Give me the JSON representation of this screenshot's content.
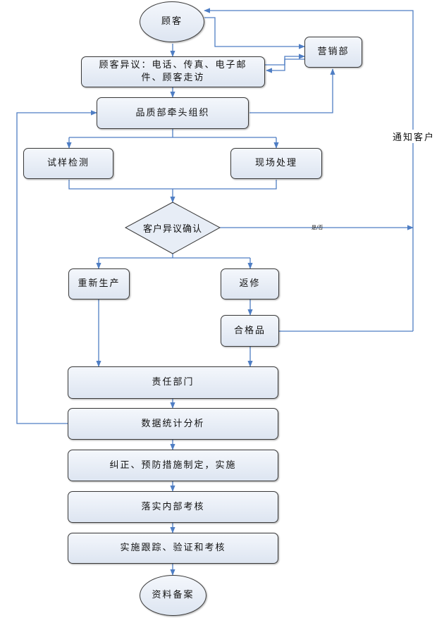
{
  "nodes": {
    "customer": "顾客",
    "marketing": "营销部",
    "objection": "顾客异议：电话、传真、电子邮件、顾客走访",
    "quality": "品质部牵头组织",
    "sample": "试样检测",
    "onsite": "现场处理",
    "confirm": "客户异议确认",
    "reproduce": "重新生产",
    "repair": "返修",
    "qualified": "合格品",
    "responsible": "责任部门",
    "stats": "数据统计分析",
    "corrective": "纠正、预防措施制定，实施",
    "audit": "落实内部考核",
    "tracking": "实施跟踪、验证和考核",
    "archive": "资料备案"
  },
  "edge_labels": {
    "notify": "通知客户",
    "yes_no": "是/否"
  },
  "colors": {
    "line": "#4f7ec4",
    "fill_top": "#f4f7fc",
    "fill_bottom": "#dde5f1",
    "border": "#3a3a3a"
  }
}
